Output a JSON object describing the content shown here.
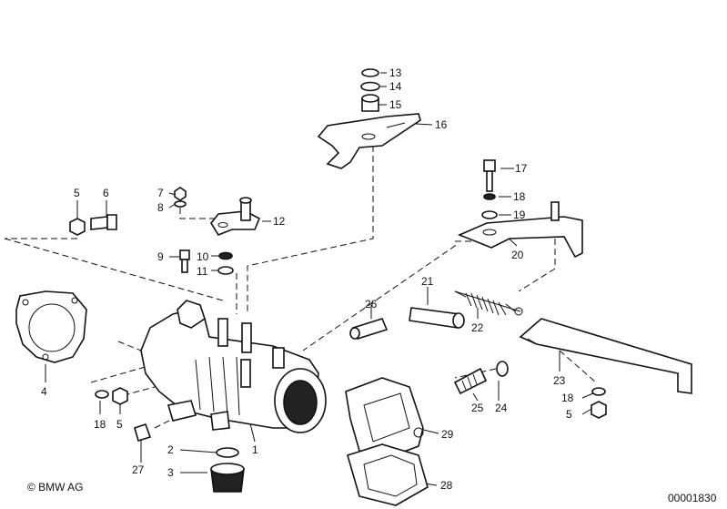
{
  "copyright": "© BMW AG",
  "doc_number": "00001830",
  "callouts": [
    {
      "id": "c1",
      "text": "1"
    },
    {
      "id": "c2",
      "text": "2"
    },
    {
      "id": "c3",
      "text": "3"
    },
    {
      "id": "c4",
      "text": "4"
    },
    {
      "id": "c5a",
      "text": "5"
    },
    {
      "id": "c5b",
      "text": "5"
    },
    {
      "id": "c5c",
      "text": "5"
    },
    {
      "id": "c6",
      "text": "6"
    },
    {
      "id": "c7",
      "text": "7"
    },
    {
      "id": "c8",
      "text": "8"
    },
    {
      "id": "c9",
      "text": "9"
    },
    {
      "id": "c10",
      "text": "10"
    },
    {
      "id": "c11",
      "text": "11"
    },
    {
      "id": "c12",
      "text": "12"
    },
    {
      "id": "c13",
      "text": "13"
    },
    {
      "id": "c14",
      "text": "14"
    },
    {
      "id": "c15",
      "text": "15"
    },
    {
      "id": "c16",
      "text": "16"
    },
    {
      "id": "c17",
      "text": "17"
    },
    {
      "id": "c18a",
      "text": "18"
    },
    {
      "id": "c18b",
      "text": "18"
    },
    {
      "id": "c18c",
      "text": "18"
    },
    {
      "id": "c19",
      "text": "19"
    },
    {
      "id": "c20",
      "text": "20"
    },
    {
      "id": "c21",
      "text": "21"
    },
    {
      "id": "c22",
      "text": "22"
    },
    {
      "id": "c23",
      "text": "23"
    },
    {
      "id": "c24",
      "text": "24"
    },
    {
      "id": "c25",
      "text": "25"
    },
    {
      "id": "c26",
      "text": "26"
    },
    {
      "id": "c27",
      "text": "27"
    },
    {
      "id": "c28",
      "text": "28"
    },
    {
      "id": "c29",
      "text": "29"
    }
  ]
}
